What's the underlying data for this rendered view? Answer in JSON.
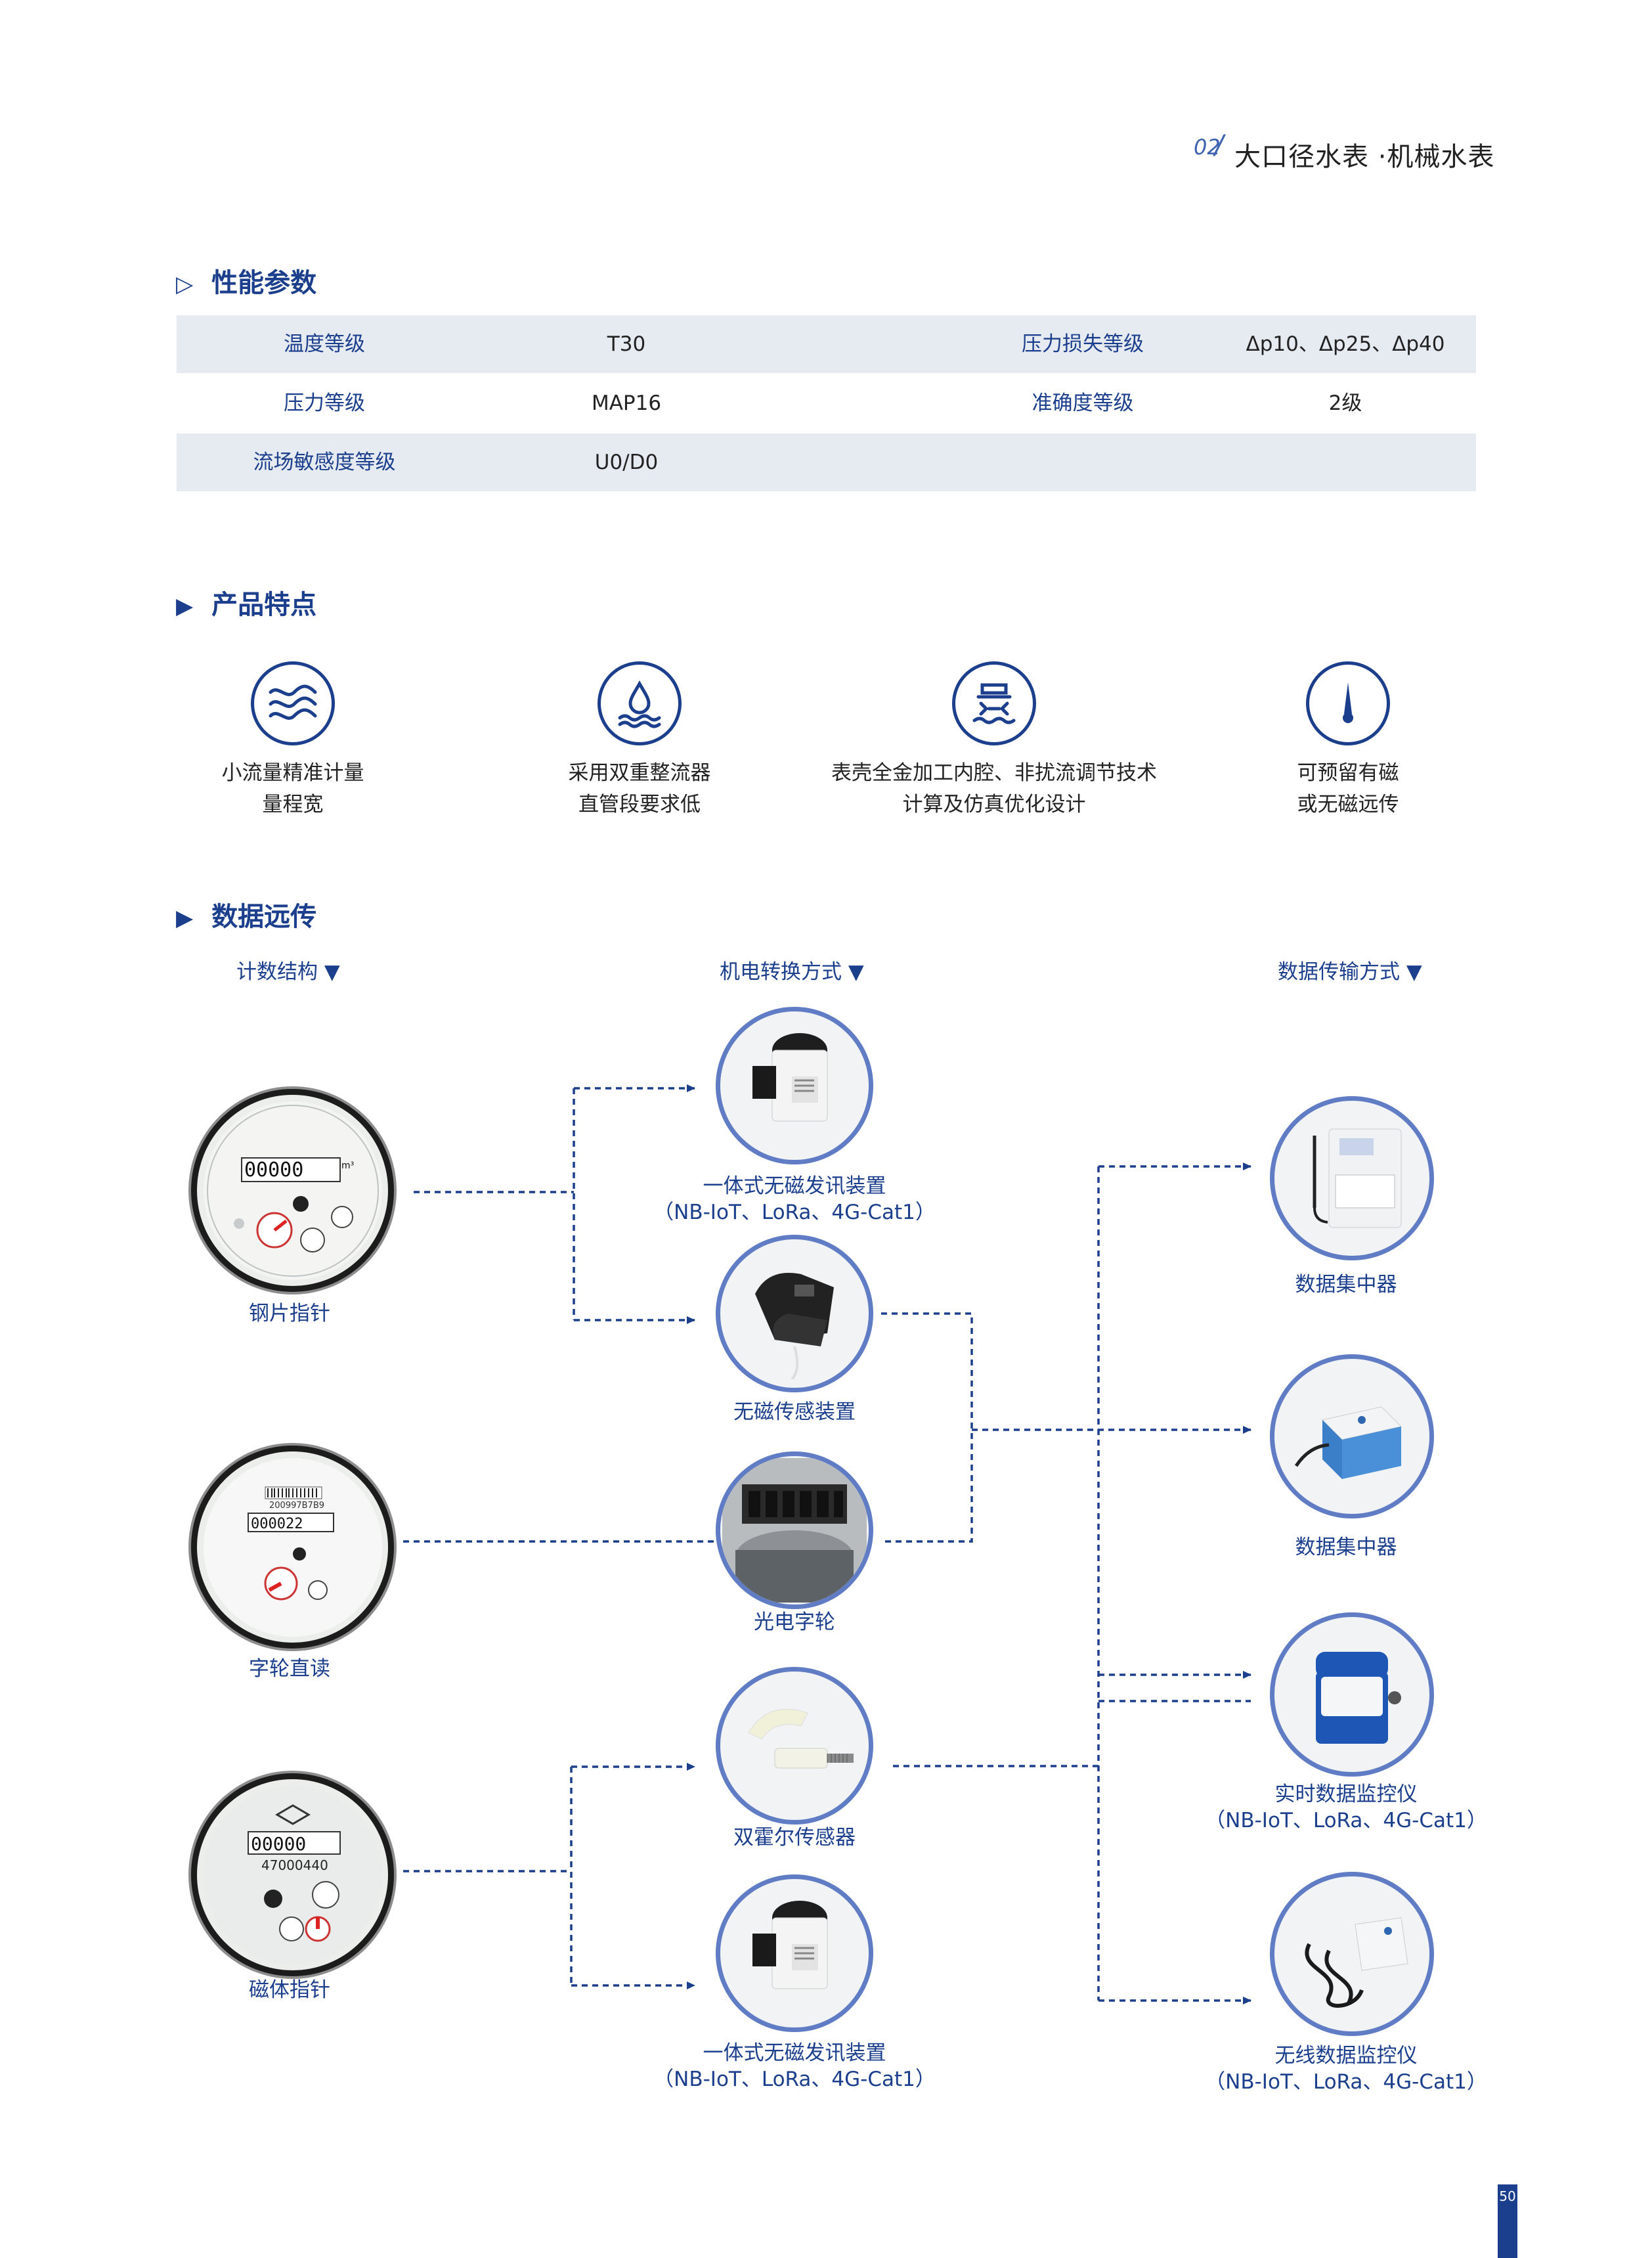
{
  "header": {
    "num": "02",
    "title": "大口径水表 ·机械水表"
  },
  "sections": {
    "performance": "性能参数",
    "features": "产品特点",
    "data_remote": "数据远传"
  },
  "params": {
    "rows": [
      {
        "l1": "温度等级",
        "v1": "T30",
        "l2": "压力损失等级",
        "v2": "Δp10、Δp25、Δp40"
      },
      {
        "l1": "压力等级",
        "v1": "MAP16",
        "l2": "准确度等级",
        "v2": "2级"
      },
      {
        "l1": "流场敏感度等级",
        "v1": "U0/D0",
        "l2": "",
        "v2": ""
      }
    ]
  },
  "features": [
    {
      "icon": "waves-icon",
      "line1": "小流量精准计量",
      "line2": "量程宽"
    },
    {
      "icon": "water-drop-icon",
      "line1": "采用双重整流器",
      "line2": "直管段要求低"
    },
    {
      "icon": "flow-regulator-icon",
      "line1": "表壳全金加工内腔、非扰流调节技术",
      "line2": "计算及仿真优化设计"
    },
    {
      "icon": "gauge-needle-icon",
      "line1": "可预留有磁",
      "line2": "或无磁远传"
    }
  ],
  "columns": {
    "count_structure": "计数结构 ▼",
    "conversion": "机电转换方式 ▼",
    "transmission": "数据传输方式 ▼"
  },
  "meters": [
    {
      "label": "钢片指针",
      "dial": "00000",
      "unit": "m³"
    },
    {
      "label": "字轮直读",
      "dial": "000022",
      "serial": "200997B7B9"
    },
    {
      "label": "磁体指针",
      "dial": "00000",
      "serial": "47000440"
    }
  ],
  "devices": {
    "d1": {
      "line1": "一体式无磁发讯装置",
      "line2": "（NB-IoT、LoRa、4G-Cat1）"
    },
    "d2": {
      "line1": "无磁传感装置"
    },
    "d3": {
      "line1": "光电字轮"
    },
    "d4": {
      "line1": "双霍尔传感器"
    },
    "d5": {
      "line1": "一体式无磁发讯装置",
      "line2": "（NB-IoT、LoRa、4G-Cat1）"
    }
  },
  "transmit": {
    "t1": {
      "line1": "数据集中器"
    },
    "t2": {
      "line1": "数据集中器"
    },
    "t3": {
      "line1": "实时数据监控仪",
      "line2": "（NB-IoT、LoRa、4G-Cat1）"
    },
    "t4": {
      "line1": "无线数据监控仪",
      "line2": "（NB-IoT、LoRa、4G-Cat1）"
    }
  },
  "page": "50",
  "colors": {
    "brand": "#1b3f8c",
    "table_shade": "#e6eaf1",
    "circle_border": "#5f7cc4"
  }
}
